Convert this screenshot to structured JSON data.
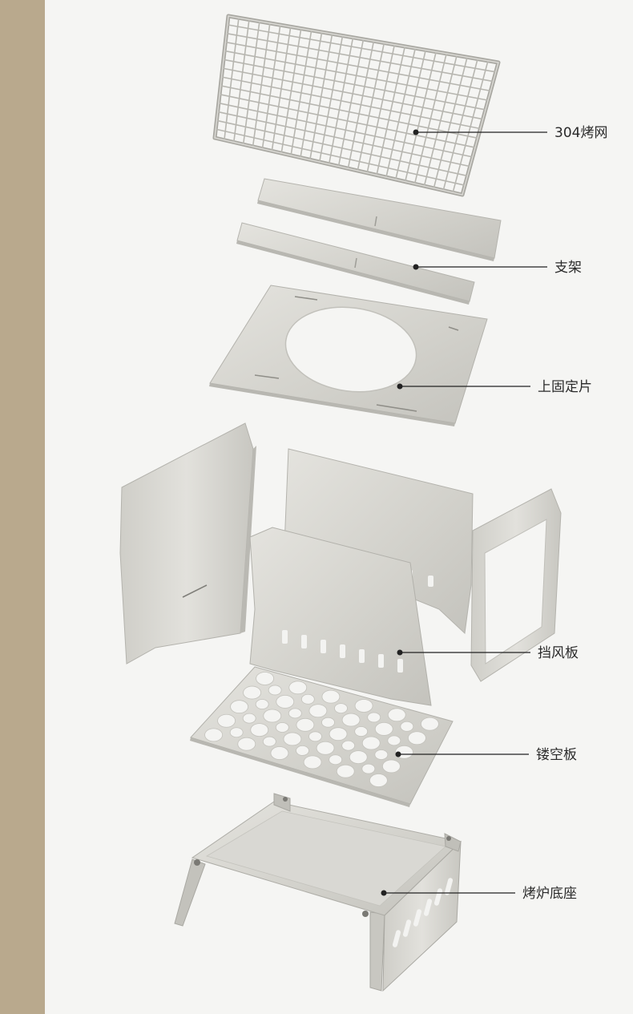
{
  "colors": {
    "side_strip": "#b9a98d",
    "background": "#f5f5f3",
    "metal": "#d7d6d1",
    "metal_light": "#e3e2dd",
    "metal_dark": "#a9a8a3",
    "wire": "#b2b1ab",
    "leader": "#222222"
  },
  "parts": [
    {
      "id": "grill",
      "label": "304烤网"
    },
    {
      "id": "bracket",
      "label": "支架"
    },
    {
      "id": "top-plate",
      "label": "上固定片"
    },
    {
      "id": "windshield",
      "label": "挡风板"
    },
    {
      "id": "perforated",
      "label": "镂空板"
    },
    {
      "id": "base",
      "label": "烤炉底座"
    }
  ]
}
